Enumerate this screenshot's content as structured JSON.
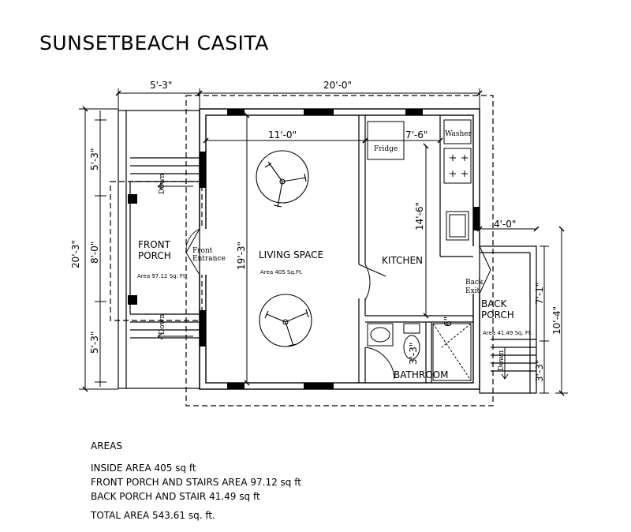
{
  "title": "SUNSETBEACH CASITA",
  "dimensions": {
    "top_porch": "5'-3\"",
    "top_overall": "20'-0\"",
    "living_width": "11'-0\"",
    "kitchen_width": "7'-6\"",
    "left_overall": "20'-3\"",
    "left_upper": "5'-3\"",
    "left_middle": "8'-0\"",
    "left_lower": "5'-3\"",
    "living_depth": "19'-3\"",
    "kitchen_depth": "14'-6\"",
    "back_porch_width": "4'-0\"",
    "right_upper": "7'-1\"",
    "right_overall": "10'-4\"",
    "right_lower": "3'-3\"",
    "bath_small_a": "6\"",
    "bath_small_b": "3'-3\""
  },
  "rooms": {
    "front_porch_line1": "FRONT",
    "front_porch_line2": "PORCH",
    "front_porch_area": "Area 97.12 Sq. Ft.",
    "front_entrance_line1": "Front",
    "front_entrance_line2": "Entrance",
    "living": "LIVING SPACE",
    "living_area": "Area 405 Sq.Ft.",
    "kitchen": "KITCHEN",
    "bathroom": "BATHROOM",
    "back_porch_line1": "BACK",
    "back_porch_line2": "PORCH",
    "back_porch_area": "Area 41.49 Sq. Ft.",
    "back_exit_line1": "Back",
    "back_exit_line2": "Exit",
    "fridge": "Fridge",
    "washer": "Washer",
    "down": "Down"
  },
  "areas": {
    "heading": "AREAS",
    "inside": "INSIDE AREA 405 sq ft",
    "front": "FRONT PORCH AND STAIRS AREA 97.12 sq ft",
    "back": "BACK PORCH AND STAIR  41.49 sq ft",
    "total": "TOTAL AREA  543.61 sq. ft."
  }
}
